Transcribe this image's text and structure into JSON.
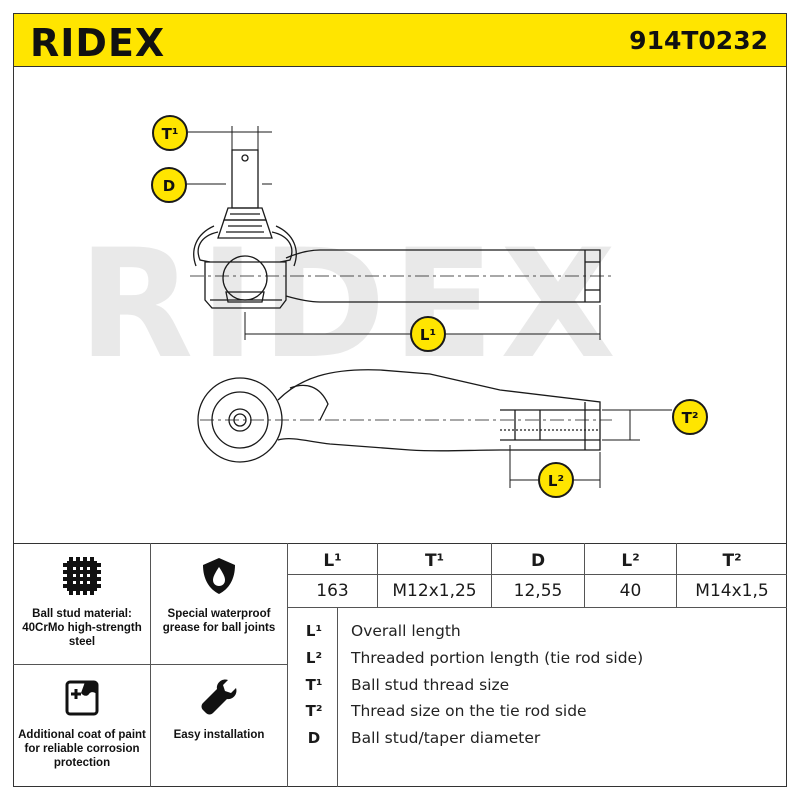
{
  "header": {
    "brand": "RIDEX",
    "part_number": "914T0232"
  },
  "watermark": "RIDEX",
  "callouts": {
    "t1": "T¹",
    "d": "D",
    "l1": "L¹",
    "t2": "T²",
    "l2": "L²"
  },
  "features": [
    {
      "icon": "chip-icon",
      "text": "Ball stud material: 40CrMo high-strength steel"
    },
    {
      "icon": "water-drop-shield-icon",
      "text": "Special waterproof grease for ball joints"
    },
    {
      "icon": "paint-bucket-icon",
      "text": "Additional coat of paint for reliable corrosion protection"
    },
    {
      "icon": "wrench-icon",
      "text": "Easy installation"
    }
  ],
  "specs": {
    "headers": [
      "L¹",
      "T¹",
      "D",
      "L²",
      "T²"
    ],
    "values": [
      "163",
      "M12x1,25",
      "12,55",
      "40",
      "M14x1,5"
    ]
  },
  "legend": [
    {
      "key": "L¹",
      "desc": "Overall length"
    },
    {
      "key": "L²",
      "desc": "Threaded portion length (tie rod side)"
    },
    {
      "key": "T¹",
      "desc": "Ball stud thread size"
    },
    {
      "key": "T²",
      "desc": "Thread size on the tie rod side"
    },
    {
      "key": "D",
      "desc": "Ball stud/taper diameter"
    }
  ],
  "colors": {
    "accent": "#ffe500",
    "line": "#1a1a1a",
    "watermark": "#e9e9e9"
  }
}
